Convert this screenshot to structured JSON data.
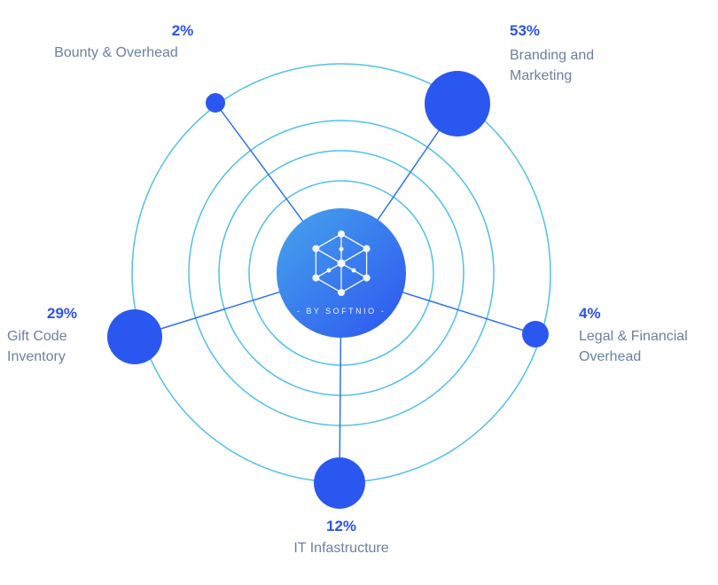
{
  "chart_data": {
    "type": "pie",
    "variant": "radial-bubble token allocation diagram",
    "title": "",
    "categories": [
      "Bounty & Overhead",
      "Branding and Marketing",
      "Legal & Financial Overhead",
      "IT Infastructure",
      "Gift Code Inventory"
    ],
    "values": [
      2,
      53,
      4,
      12,
      29
    ],
    "unit": "%",
    "center_text": "- BY SOFTNIO -",
    "legend_position": "labels placed around bubbles",
    "notes": "5 solid blue bubbles sit on the outermost of 4 concentric cyan rings; bubble size is proportional to percentage; straight spokes connect each bubble to a central gradient circle holding a blockchain icon"
  },
  "center": {
    "byline": "- BY SOFTNIO -"
  },
  "labels": {
    "bounty": {
      "pct": "2%",
      "name": "Bounty & Overhead"
    },
    "branding": {
      "pct": "53%",
      "line1": "Branding and",
      "line2": "Marketing"
    },
    "legal": {
      "pct": "4%",
      "line1": "Legal & Financial",
      "line2": "Overhead"
    },
    "gift": {
      "pct": "29%",
      "line1": "Gift Code",
      "line2": "Inventory"
    },
    "it": {
      "pct": "12%",
      "name": "IT Infastructure"
    }
  },
  "colors": {
    "percent_text": "#2b53ea",
    "label_text": "#6c809f",
    "node_fill": "#2b57f1",
    "ring_stroke": "#3eb9e6",
    "spoke_stroke": "#2f72ec",
    "center_gradient_start": "#47a4ec",
    "center_gradient_end": "#2c55f0",
    "icon_stroke": "#ffffff"
  }
}
